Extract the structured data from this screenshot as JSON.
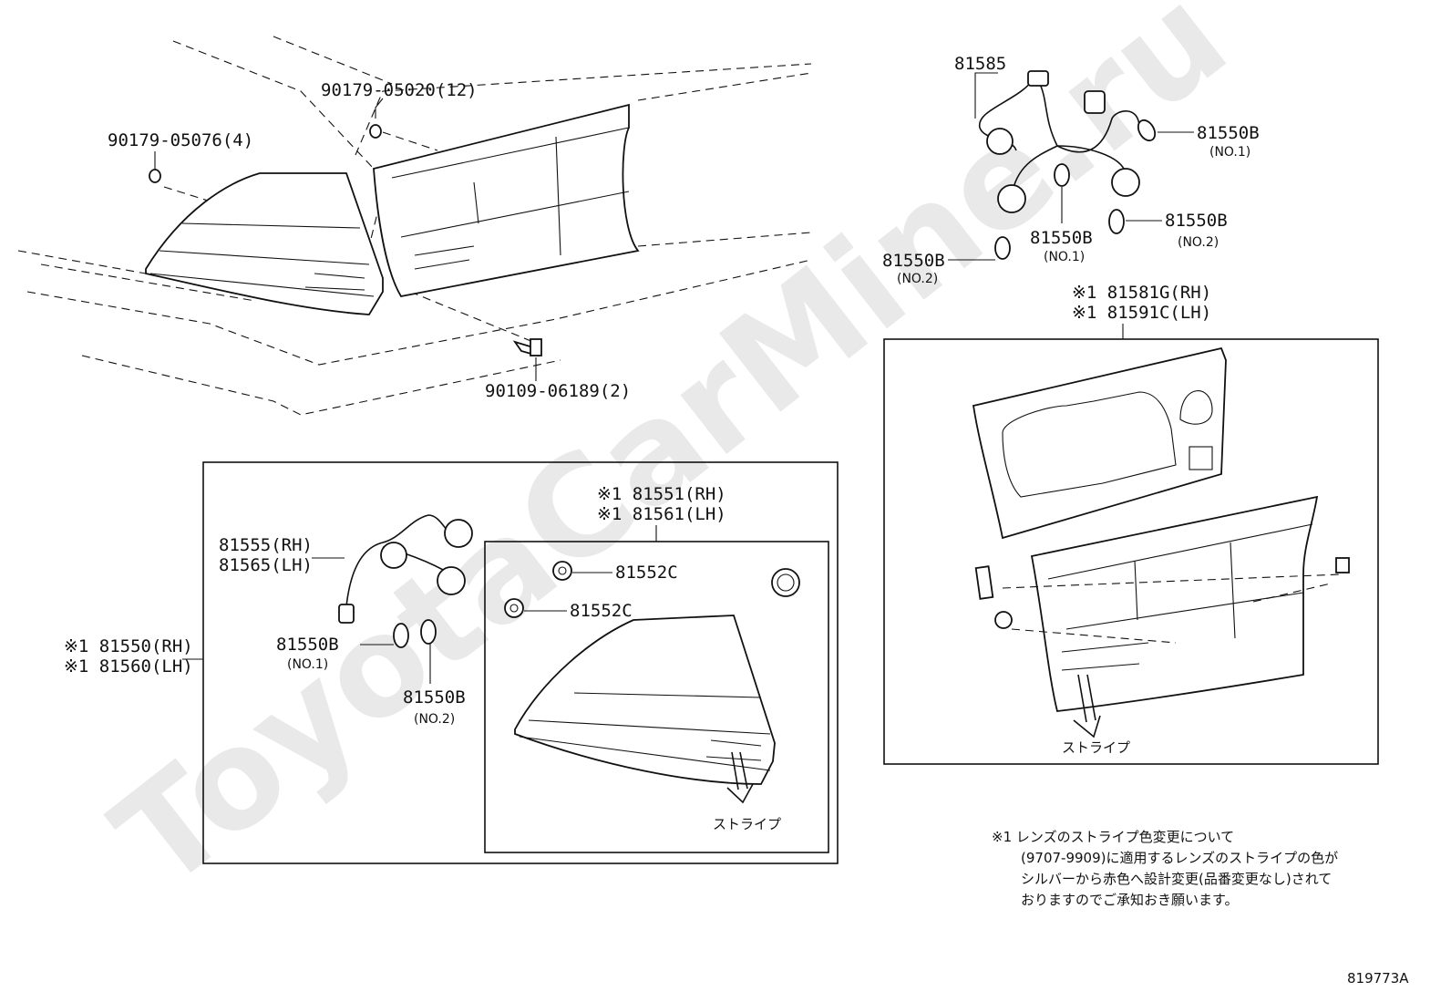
{
  "watermark": "ToyotaCarMine.ru",
  "diagram_id": "819773A",
  "callouts": {
    "bolt_top": "90179-05020(12)",
    "bolt_left": "90179-05076(4)",
    "screw": "90109-06189(2)",
    "harness_top": "81585",
    "bulb_a": "81550B",
    "bulb_a_sub": "(NO.1)",
    "bulb_b": "81550B",
    "bulb_b_sub": "(NO.1)",
    "bulb_c": "81550B",
    "bulb_c_sub": "(NO.2)",
    "bulb_d": "81550B",
    "bulb_d_sub": "(NO.2)",
    "garnish_rh": "※1 81581G(RH)",
    "garnish_lh": "※1 81591C(LH)",
    "stripe_right": "ストライプ",
    "socket_rh": "81555(RH)",
    "socket_lh": "81565(LH)",
    "assy_rh": "※1 81550(RH)",
    "assy_lh": "※1 81560(LH)",
    "bulb_e": "81550B",
    "bulb_e_sub": "(NO.1)",
    "bulb_f": "81550B",
    "bulb_f_sub": "(NO.2)",
    "lens_rh": "※1 81551(RH)",
    "lens_lh": "※1 81561(LH)",
    "gasket_a": "81552C",
    "gasket_b": "81552C",
    "stripe_left": "ストライプ"
  },
  "footnote": {
    "line1": "※1 レンズのストライプ色変更について",
    "line2": "(9707-9909)に適用するレンズのストライプの色が",
    "line3": "シルバーから赤色へ設計変更(品番変更なし)されて",
    "line4": "おりますのでご承知おき願います。"
  }
}
